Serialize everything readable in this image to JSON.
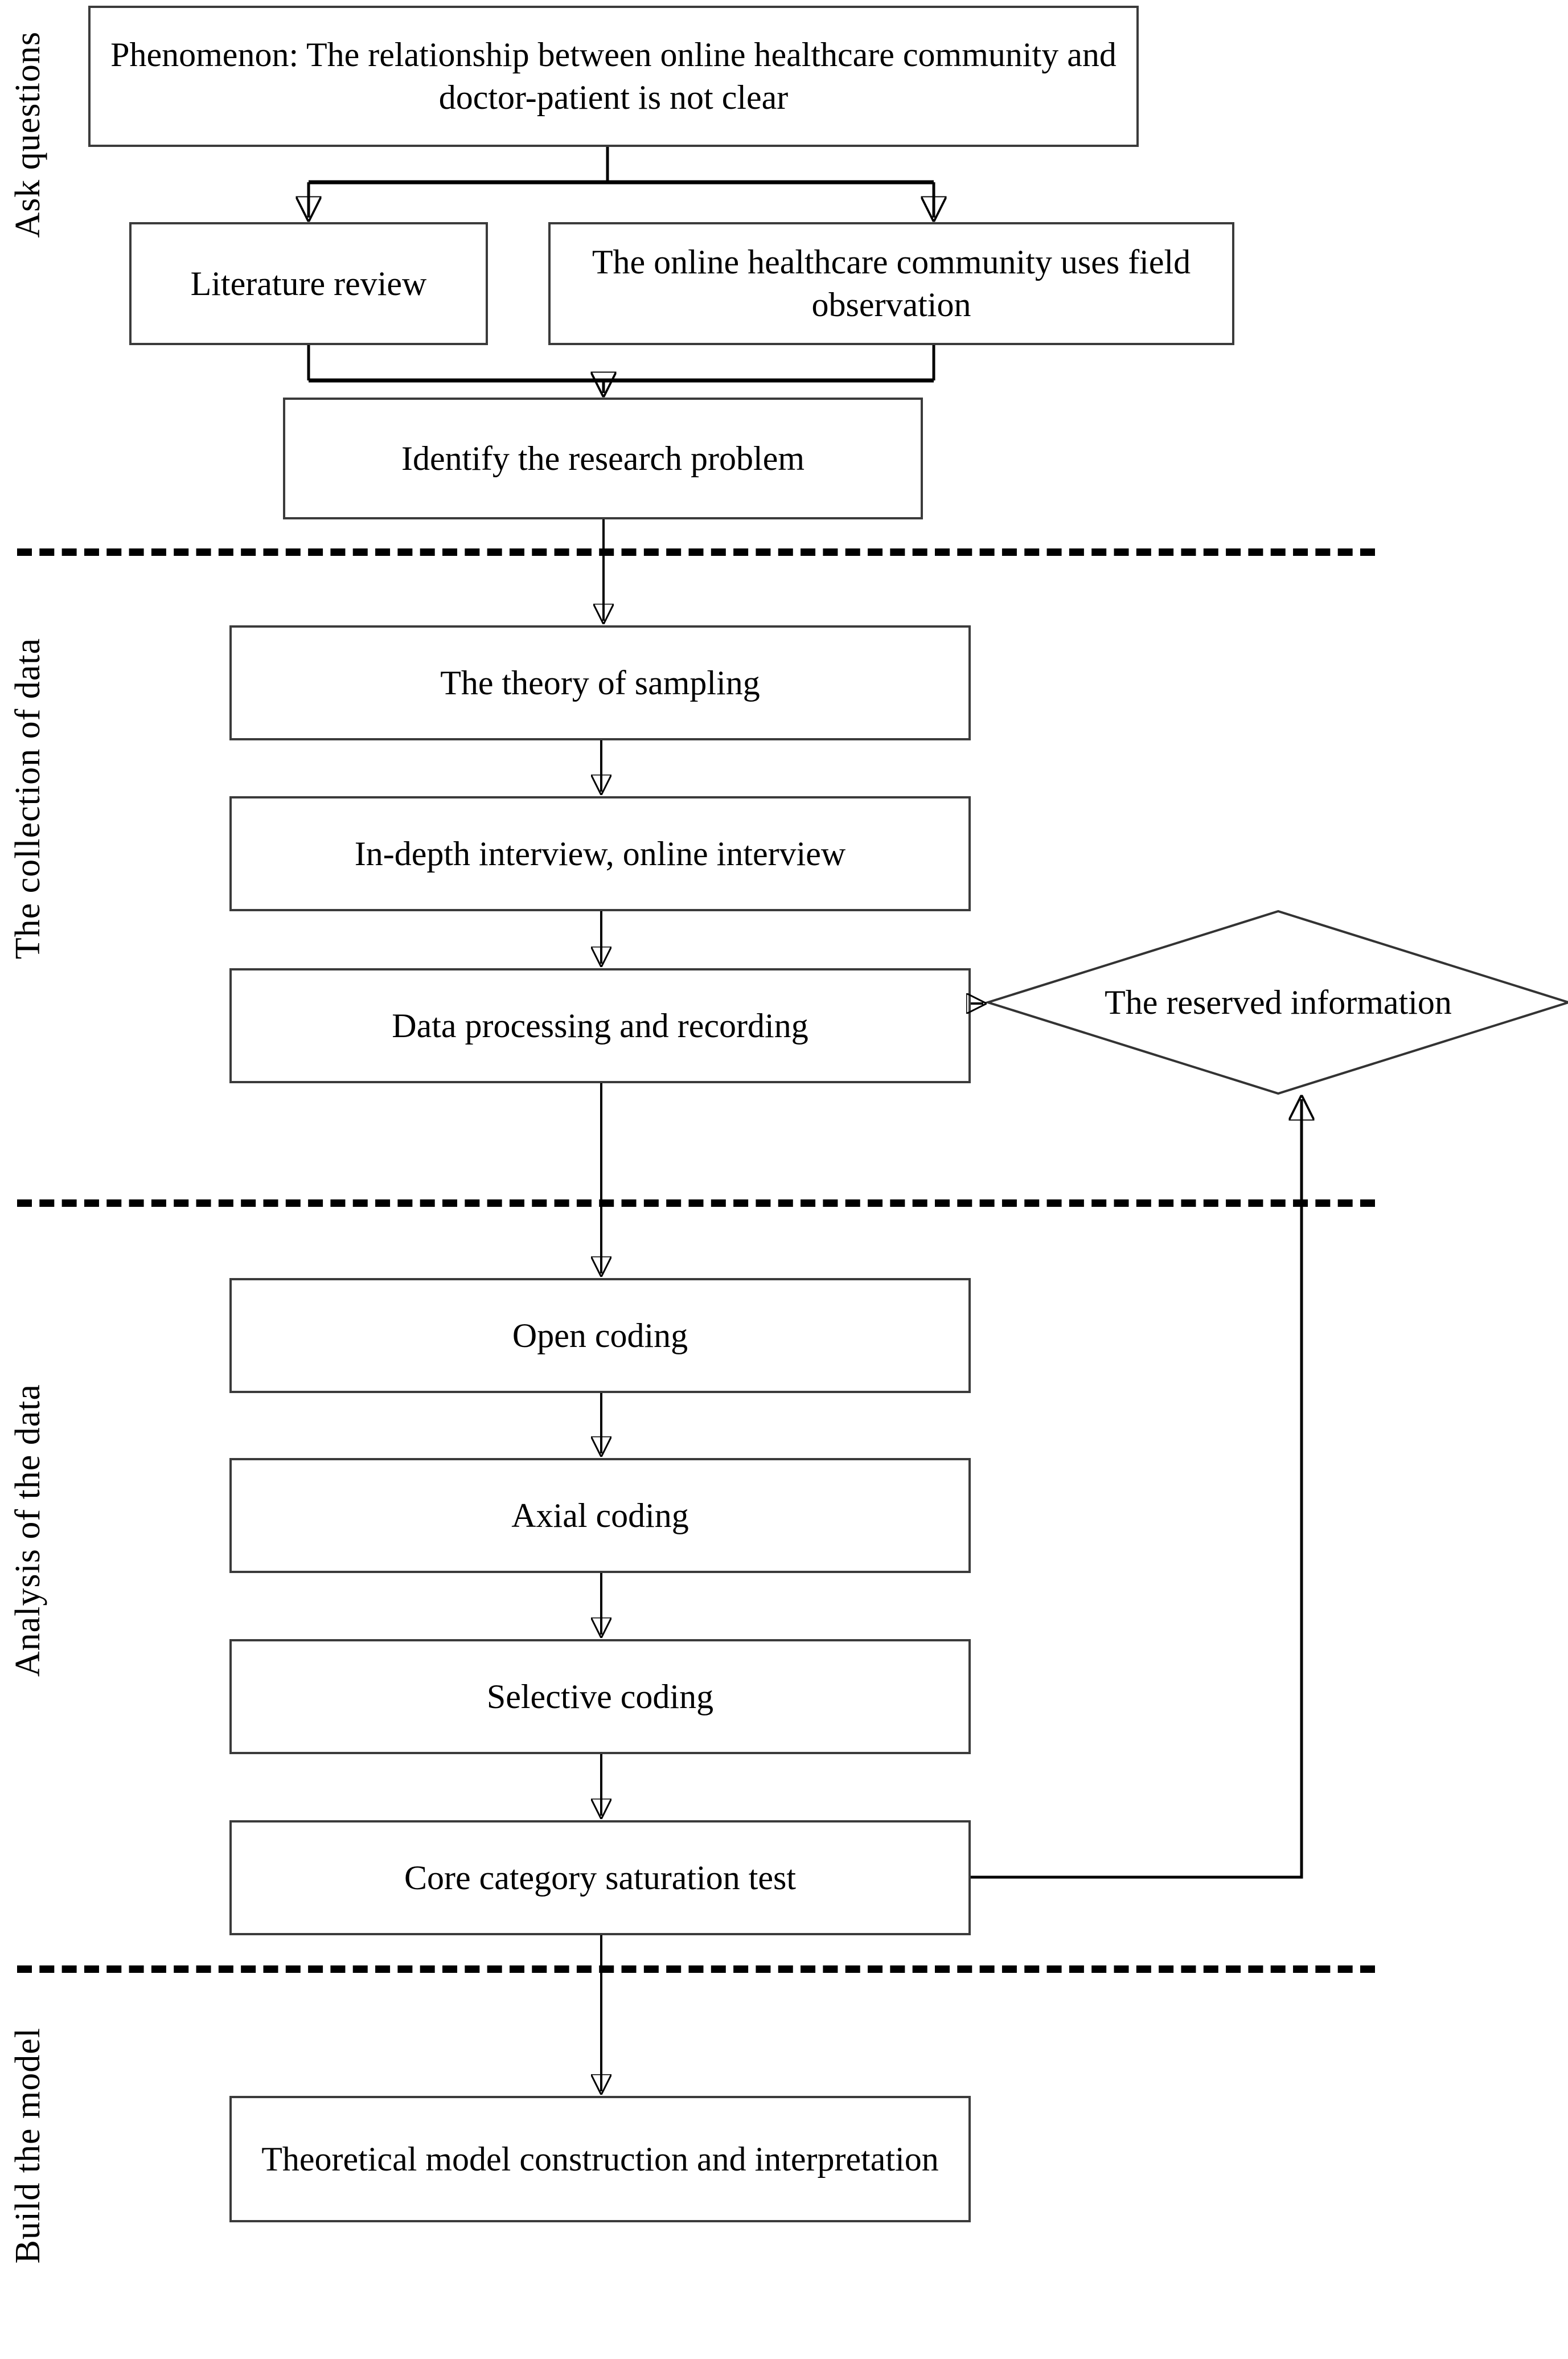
{
  "figure": {
    "kind": "research-process-flowchart",
    "background_color": "#ffffff",
    "line_color": "#000000",
    "box_border_color": "#3b3b3b"
  },
  "stages": [
    {
      "id": "ask-questions",
      "label": "Ask questions"
    },
    {
      "id": "collection",
      "label": "The collection of data"
    },
    {
      "id": "analysis",
      "label": "Analysis of the data"
    },
    {
      "id": "build-model",
      "label": "Build the model"
    }
  ],
  "nodes": {
    "phenomenon": "Phenomenon: The relationship between online healthcare community and doctor-patient is not clear",
    "literature_review": "Literature review",
    "field_observation": "The online healthcare community uses field observation",
    "identify_problem": "Identify the research problem",
    "theory_sampling": "The theory of sampling",
    "interviews": "In-depth interview, online interview",
    "data_processing": "Data processing and recording",
    "reserved_information": "The reserved information",
    "open_coding": "Open coding",
    "axial_coding": "Axial coding",
    "selective_coding": "Selective coding",
    "saturation_test": "Core category saturation test",
    "theoretical_model": "Theoretical model construction and interpretation"
  }
}
